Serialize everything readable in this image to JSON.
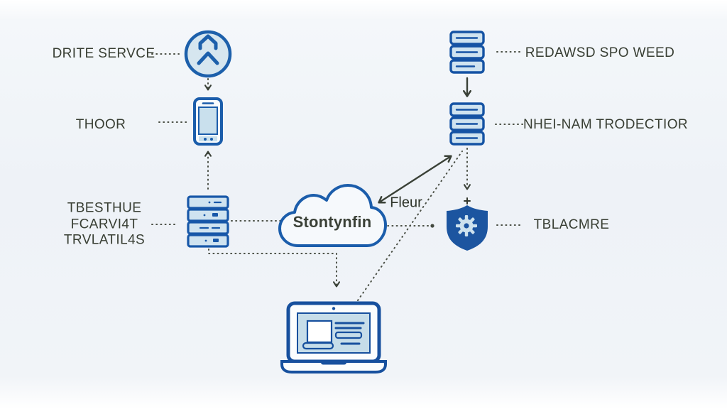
{
  "diagram": {
    "title": "hand-drawn style system architecture diagram",
    "nodes": {
      "drite_service": {
        "label": "DRITE SERVCE",
        "icon": "double-chevron-circle"
      },
      "thoor": {
        "label": "THOOR",
        "icon": "smartphone"
      },
      "testhue": {
        "label_line1": "TBESTHUE",
        "label_line2": "FCARVI4T",
        "label_line3": "TRVLATIL4S",
        "icon": "server-stack-4"
      },
      "cloud": {
        "label": "Stontynfin",
        "icon": "cloud"
      },
      "redawsd": {
        "label": "REDAWSD SPO WEED",
        "icon": "server-stack-3"
      },
      "nhei_nam": {
        "label": "NHEI-NAM TRODECTIOR",
        "icon": "server-stack-3"
      },
      "tblacmre": {
        "label": "TBLACMRE",
        "icon": "shield-gear"
      },
      "laptop": {
        "icon": "laptop"
      }
    },
    "annotations": {
      "arrow_label": "Fleur"
    },
    "colors": {
      "background": "#eef2f7",
      "icon_stroke": "#1b5dab",
      "icon_fill": "#cfe3f0",
      "shield_fill": "#1c55a0",
      "label_text": "#383e33",
      "connector": "#4a4f45",
      "solid_arrow": "#3a4137"
    }
  }
}
